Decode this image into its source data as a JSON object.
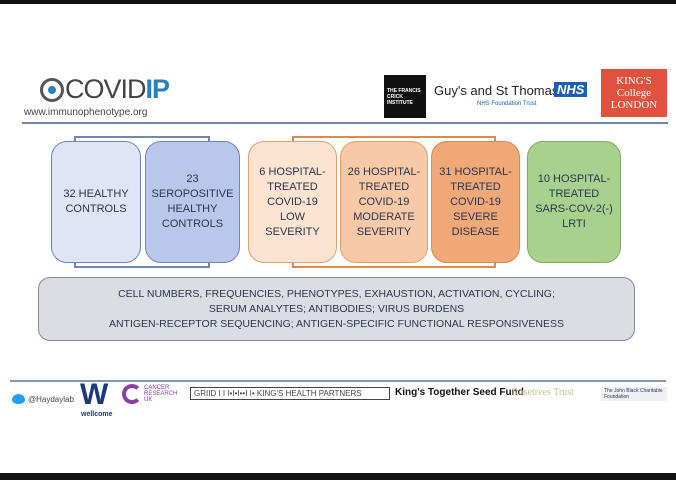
{
  "header": {
    "logo_covid": "COVID",
    "logo_ip": "IP",
    "website": "www.immunophenotype.org",
    "crick": "THE FRANCIS CRICK INSTITUTE",
    "guys": "Guy's and St Thomas'",
    "nhs": "NHS",
    "nhs_trust": "NHS Foundation Trust",
    "kcl": "KING'S College LONDON"
  },
  "cohorts": [
    {
      "label": "32 HEALTHY\nCONTROLS",
      "color": "#dfe5f5"
    },
    {
      "label": "23\nSEROPOSITIVE\nHEALTHY\nCONTROLS",
      "color": "#b9c8ea"
    },
    {
      "label": "6 HOSPITAL-\nTREATED\nCOVID-19\nLOW\nSEVERITY",
      "color": "#fce4d0"
    },
    {
      "label": "26 HOSPITAL-\nTREATED\nCOVID-19\nMODERATE\nSEVERITY",
      "color": "#f7c9a6"
    },
    {
      "label": "31 HOSPITAL-\nTREATED\nCOVID-19\nSEVERE\nDISEASE",
      "color": "#f0a877"
    },
    {
      "label": "10 HOSPITAL-\nTREATED\nSARS-COV-2(-)\nLRTI",
      "color": "#a9d18e"
    }
  ],
  "assays": [
    "CELL NUMBERS, FREQUENCIES, PHENOTYPES, EXHAUSTION, ACTIVATION, CYCLING;",
    "SERUM ANALYTES; ANTIBODIES; VIRUS BURDENS",
    "ANTIGEN-RECEPTOR SEQUENCING; ANTIGEN-SPECIFIC FUNCTIONAL RESPONSIVENESS"
  ],
  "footer": {
    "twitter": "@Haydaylab",
    "wellcome_w": "W",
    "wellcome": "wellcome",
    "cruk": "CANCER RESEARCH UK",
    "khp": "GRIID  I I  I•I•I••I I• KING'S HEALTH PARTNERS",
    "kts": "King's Together Seed Fund",
    "rosetrees": "Rosetrees Trust",
    "jbc": "The John Black Charitable Foundation"
  }
}
